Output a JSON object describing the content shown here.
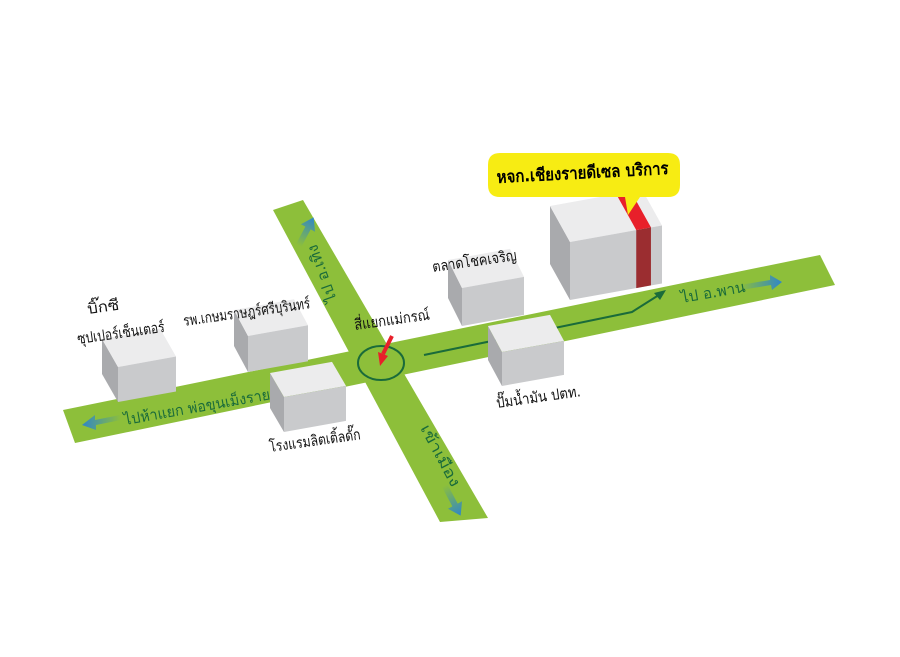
{
  "callout": {
    "text": "หจก.เชียงรายดีเซล บริการ"
  },
  "landmarks": {
    "bigc_line1": "บิ๊กซี",
    "bigc_line2": "ซุปเปอร์เซ็นเตอร์",
    "hospital": "รพ.เกษมราษฎร์ศรีบุรินทร์",
    "hotel": "โรงแรมลิตเติ้ลดั๊ก",
    "market": "ตลาดโชคเจริญ",
    "gas_station": "ปั๊มน้ำมัน ปตท.",
    "intersection": "สี่แยกแม่กรณ์"
  },
  "roads": {
    "to_thoeng": "ไป อ.เทิง",
    "to_phan": "ไป อ.พาน",
    "to_pho_khun": "ไปห้าแยก พ่อขุนเม็งราย",
    "to_city": "เข้าเมือง"
  },
  "colors": {
    "road": "#8dbf3a",
    "route": "#1a6b3a",
    "highlight": "#e8202a",
    "callout": "#f7ec13",
    "arrow": "#2f86c8"
  }
}
